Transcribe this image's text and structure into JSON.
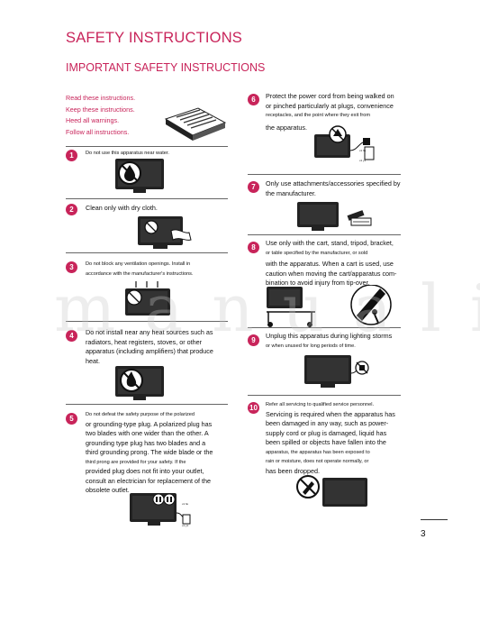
{
  "header": {
    "title": "SAFETY INSTRUCTIONS",
    "subtitle": "IMPORTANT SAFETY INSTRUCTIONS"
  },
  "intro_lines": [
    "Read these instructions.",
    "Keep these instructions.",
    "Heed all warnings.",
    "Follow all instructions."
  ],
  "items": [
    {
      "num": "1",
      "lines": [
        "Do not use this apparatus near water."
      ]
    },
    {
      "num": "2",
      "lines": [
        "Clean only with dry cloth."
      ]
    },
    {
      "num": "3",
      "lines": [
        "Do not block any ventilation openings. Install in",
        "accordance with the manufacturer's instructions."
      ]
    },
    {
      "num": "4",
      "lines": [
        "Do not install near any heat sources such as",
        "radiators, heat registers, stoves, or other",
        "apparatus (including amplifiers) that produce",
        "heat."
      ]
    },
    {
      "num": "5",
      "lines": [
        "Do not defeat the safety purpose of the polarized",
        "or grounding-type plug. A polarized plug has",
        "two blades with one wider than the other. A",
        "grounding type plug has two blades and a",
        "third grounding prong. The wide blade or the",
        "third prong are provided for your safety. If the",
        "provided plug does not fit into your outlet,",
        "consult an electrician for replacement of the",
        "obsolete outlet."
      ]
    },
    {
      "num": "6",
      "lines": [
        "Protect the power cord from being walked on",
        "or pinched particularly at plugs, convenience",
        "receptacles, and the point where they exit from",
        "the apparatus."
      ]
    },
    {
      "num": "7",
      "lines": [
        "Only use attachments/accessories specified by",
        "the manufacturer."
      ]
    },
    {
      "num": "8",
      "lines": [
        "Use only with the cart, stand, tripod, bracket,",
        "or table specified by the manufacturer, or sold",
        "with the apparatus. When a cart is used, use",
        "caution when moving the cart/apparatus com-",
        "bination to avoid injury from tip-over."
      ]
    },
    {
      "num": "9",
      "lines": [
        "Unplug this apparatus during lighting storms",
        "or when unused for long periods of time."
      ]
    },
    {
      "num": "10",
      "lines": [
        "Refer all servicing to qualified service personnel.",
        "Servicing is required when the apparatus has",
        "been damaged in any way, such as power-",
        "supply cord or plug is damaged, liquid has",
        "been spilled or objects have fallen into the",
        "apparatus, the apparatus has been exposed to",
        "rain or moisture, does not operate normally, or",
        "has been dropped."
      ]
    }
  ],
  "plug_labels": {
    "short_a": "x1 fio",
    "short_b": "x1 y1"
  },
  "watermark": "manuali",
  "footer": {
    "page_number": "3"
  },
  "colors": {
    "accent": "#c8245a",
    "text": "#111111"
  }
}
